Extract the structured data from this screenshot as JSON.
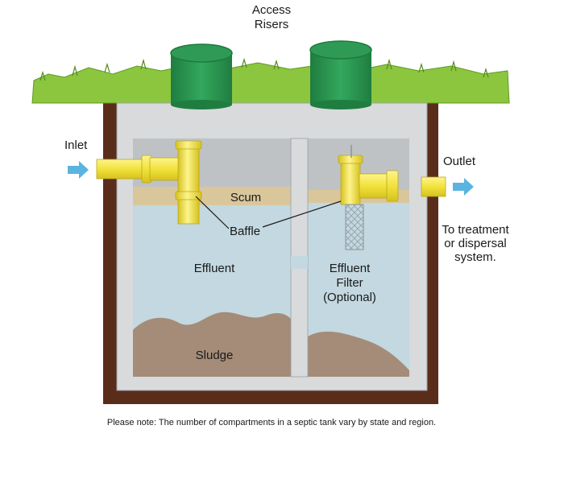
{
  "labels": {
    "access_risers_line1": "Access",
    "access_risers_line2": "Risers",
    "inlet": "Inlet",
    "outlet": "Outlet",
    "treatment_line1": "To treatment",
    "treatment_line2": "or dispersal",
    "treatment_line3": "system.",
    "scum": "Scum",
    "baffle": "Baffle",
    "effluent": "Effluent",
    "effluent_filter_line1": "Effluent",
    "effluent_filter_line2": "Filter",
    "effluent_filter_line3": "(Optional)",
    "sludge": "Sludge"
  },
  "note": "Please note: The number of compartments in a septic tank vary by state and region.",
  "colors": {
    "grass": "#8cc63f",
    "soil": "#5a2d1a",
    "concrete": "#d8dadc",
    "water": "#c3d8e0",
    "scum": "#d9c79b",
    "sludge": "#a48c78",
    "riser": "#2e9a55",
    "pipe": "#f5e94a",
    "arrow": "#5ab4e0"
  },
  "icons": {
    "inlet_arrow": "arrow-right-icon",
    "outlet_arrow": "arrow-right-icon"
  }
}
